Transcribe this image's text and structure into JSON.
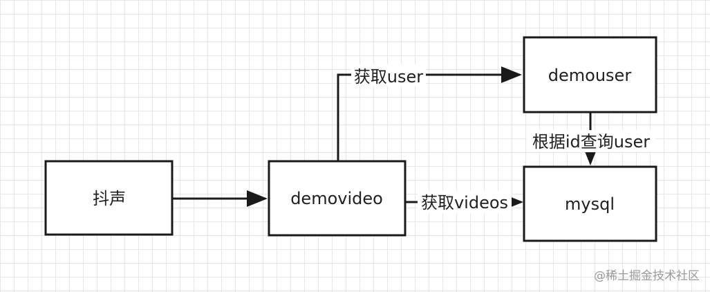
{
  "nodes": {
    "douyin": "抖声",
    "demovideo": "demovideo",
    "demouser": "demouser",
    "mysql": "mysql"
  },
  "edges": {
    "get_user": "获取user",
    "get_videos": "获取videos",
    "query_user_by_id": "根据id查询user"
  },
  "watermark": "@稀土掘金技术社区",
  "colors": {
    "stroke": "#1a1a1a",
    "grid": "#e6e6e6",
    "watermark": "#9a9a9a"
  }
}
